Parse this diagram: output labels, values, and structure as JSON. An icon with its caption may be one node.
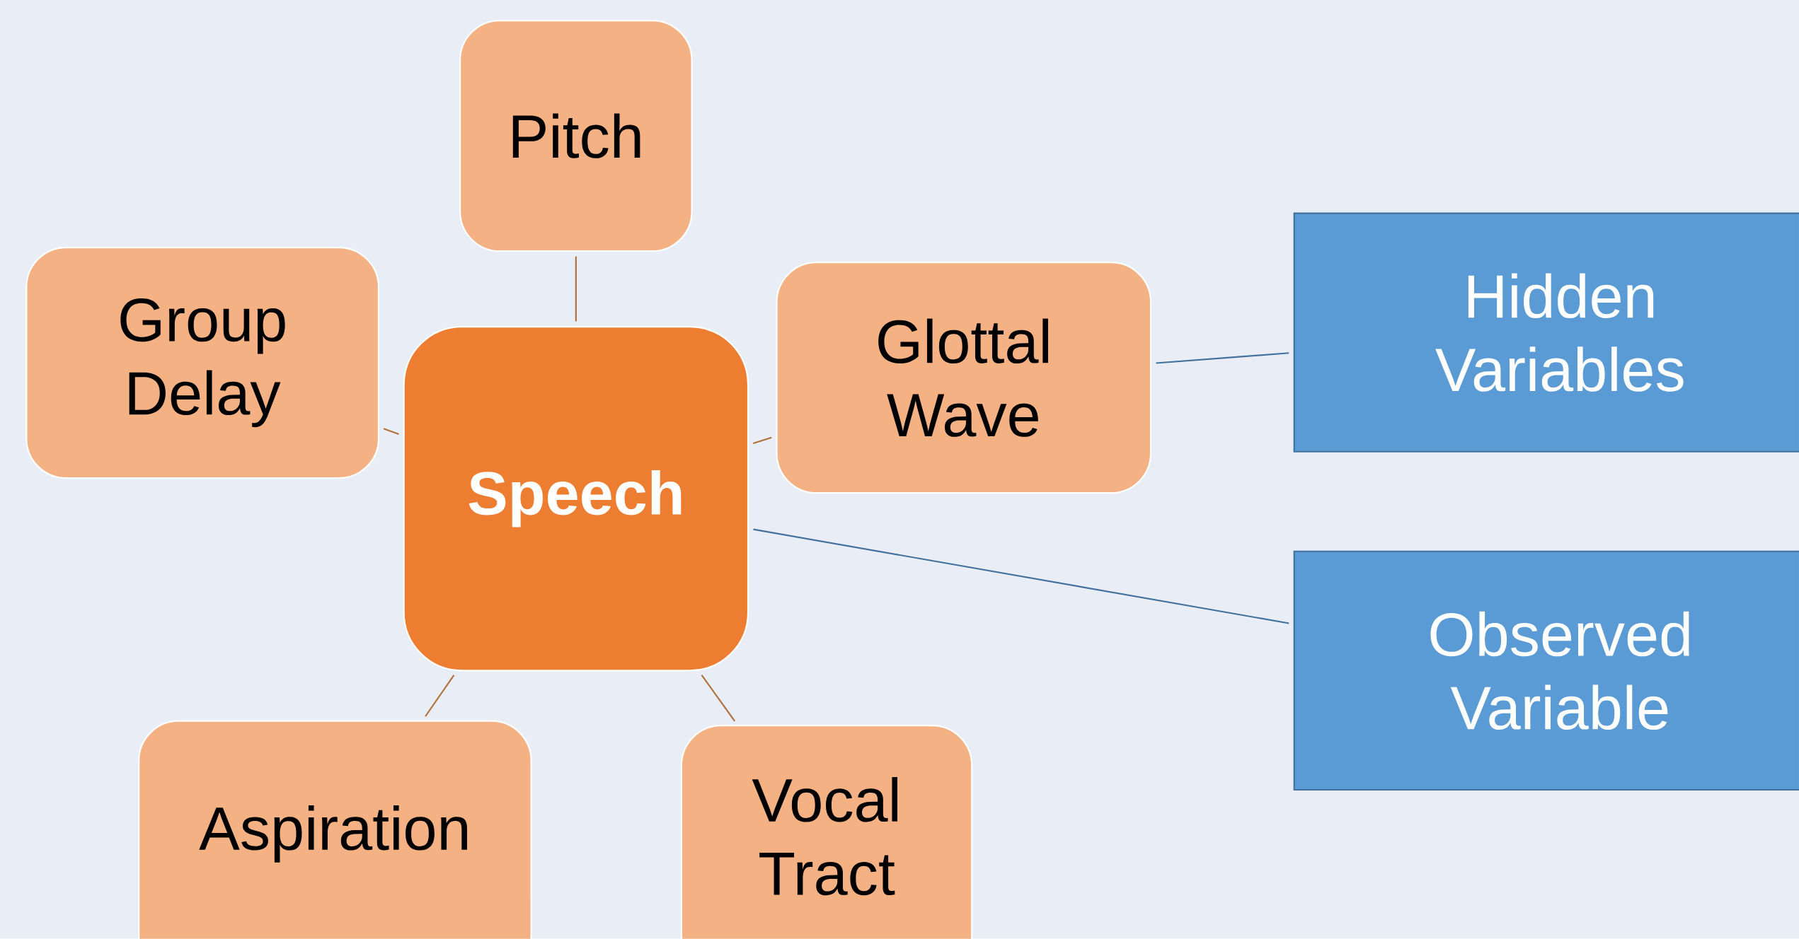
{
  "diagram": {
    "nodes": [
      {
        "text": [
          "Speech"
        ]
      },
      {
        "text": [
          "Pitch"
        ]
      },
      {
        "text": [
          "Group Delay"
        ]
      },
      {
        "text": [
          "Glottal Wave"
        ]
      },
      {
        "text": [
          "Aspiration"
        ]
      },
      {
        "text": [
          "Vocal Tract"
        ]
      },
      {
        "text": [
          "Hidden Variables"
        ]
      },
      {
        "text": [
          "Observed Variable"
        ]
      }
    ],
    "edges": [
      {
        "from": 0,
        "to": 1,
        "arrow": "none"
      },
      {
        "from": 0,
        "to": 2,
        "arrow": "none"
      },
      {
        "from": 0,
        "to": 3,
        "arrow": "none"
      },
      {
        "from": 0,
        "to": 4,
        "arrow": "none"
      },
      {
        "from": 0,
        "to": 5,
        "arrow": "none"
      },
      {
        "from": 6,
        "to": 3,
        "arrow": "none",
        "color": "#41719c"
      },
      {
        "from": 7,
        "to": 0,
        "arrow": "none",
        "color": "#41719c"
      }
    ]
  }
}
